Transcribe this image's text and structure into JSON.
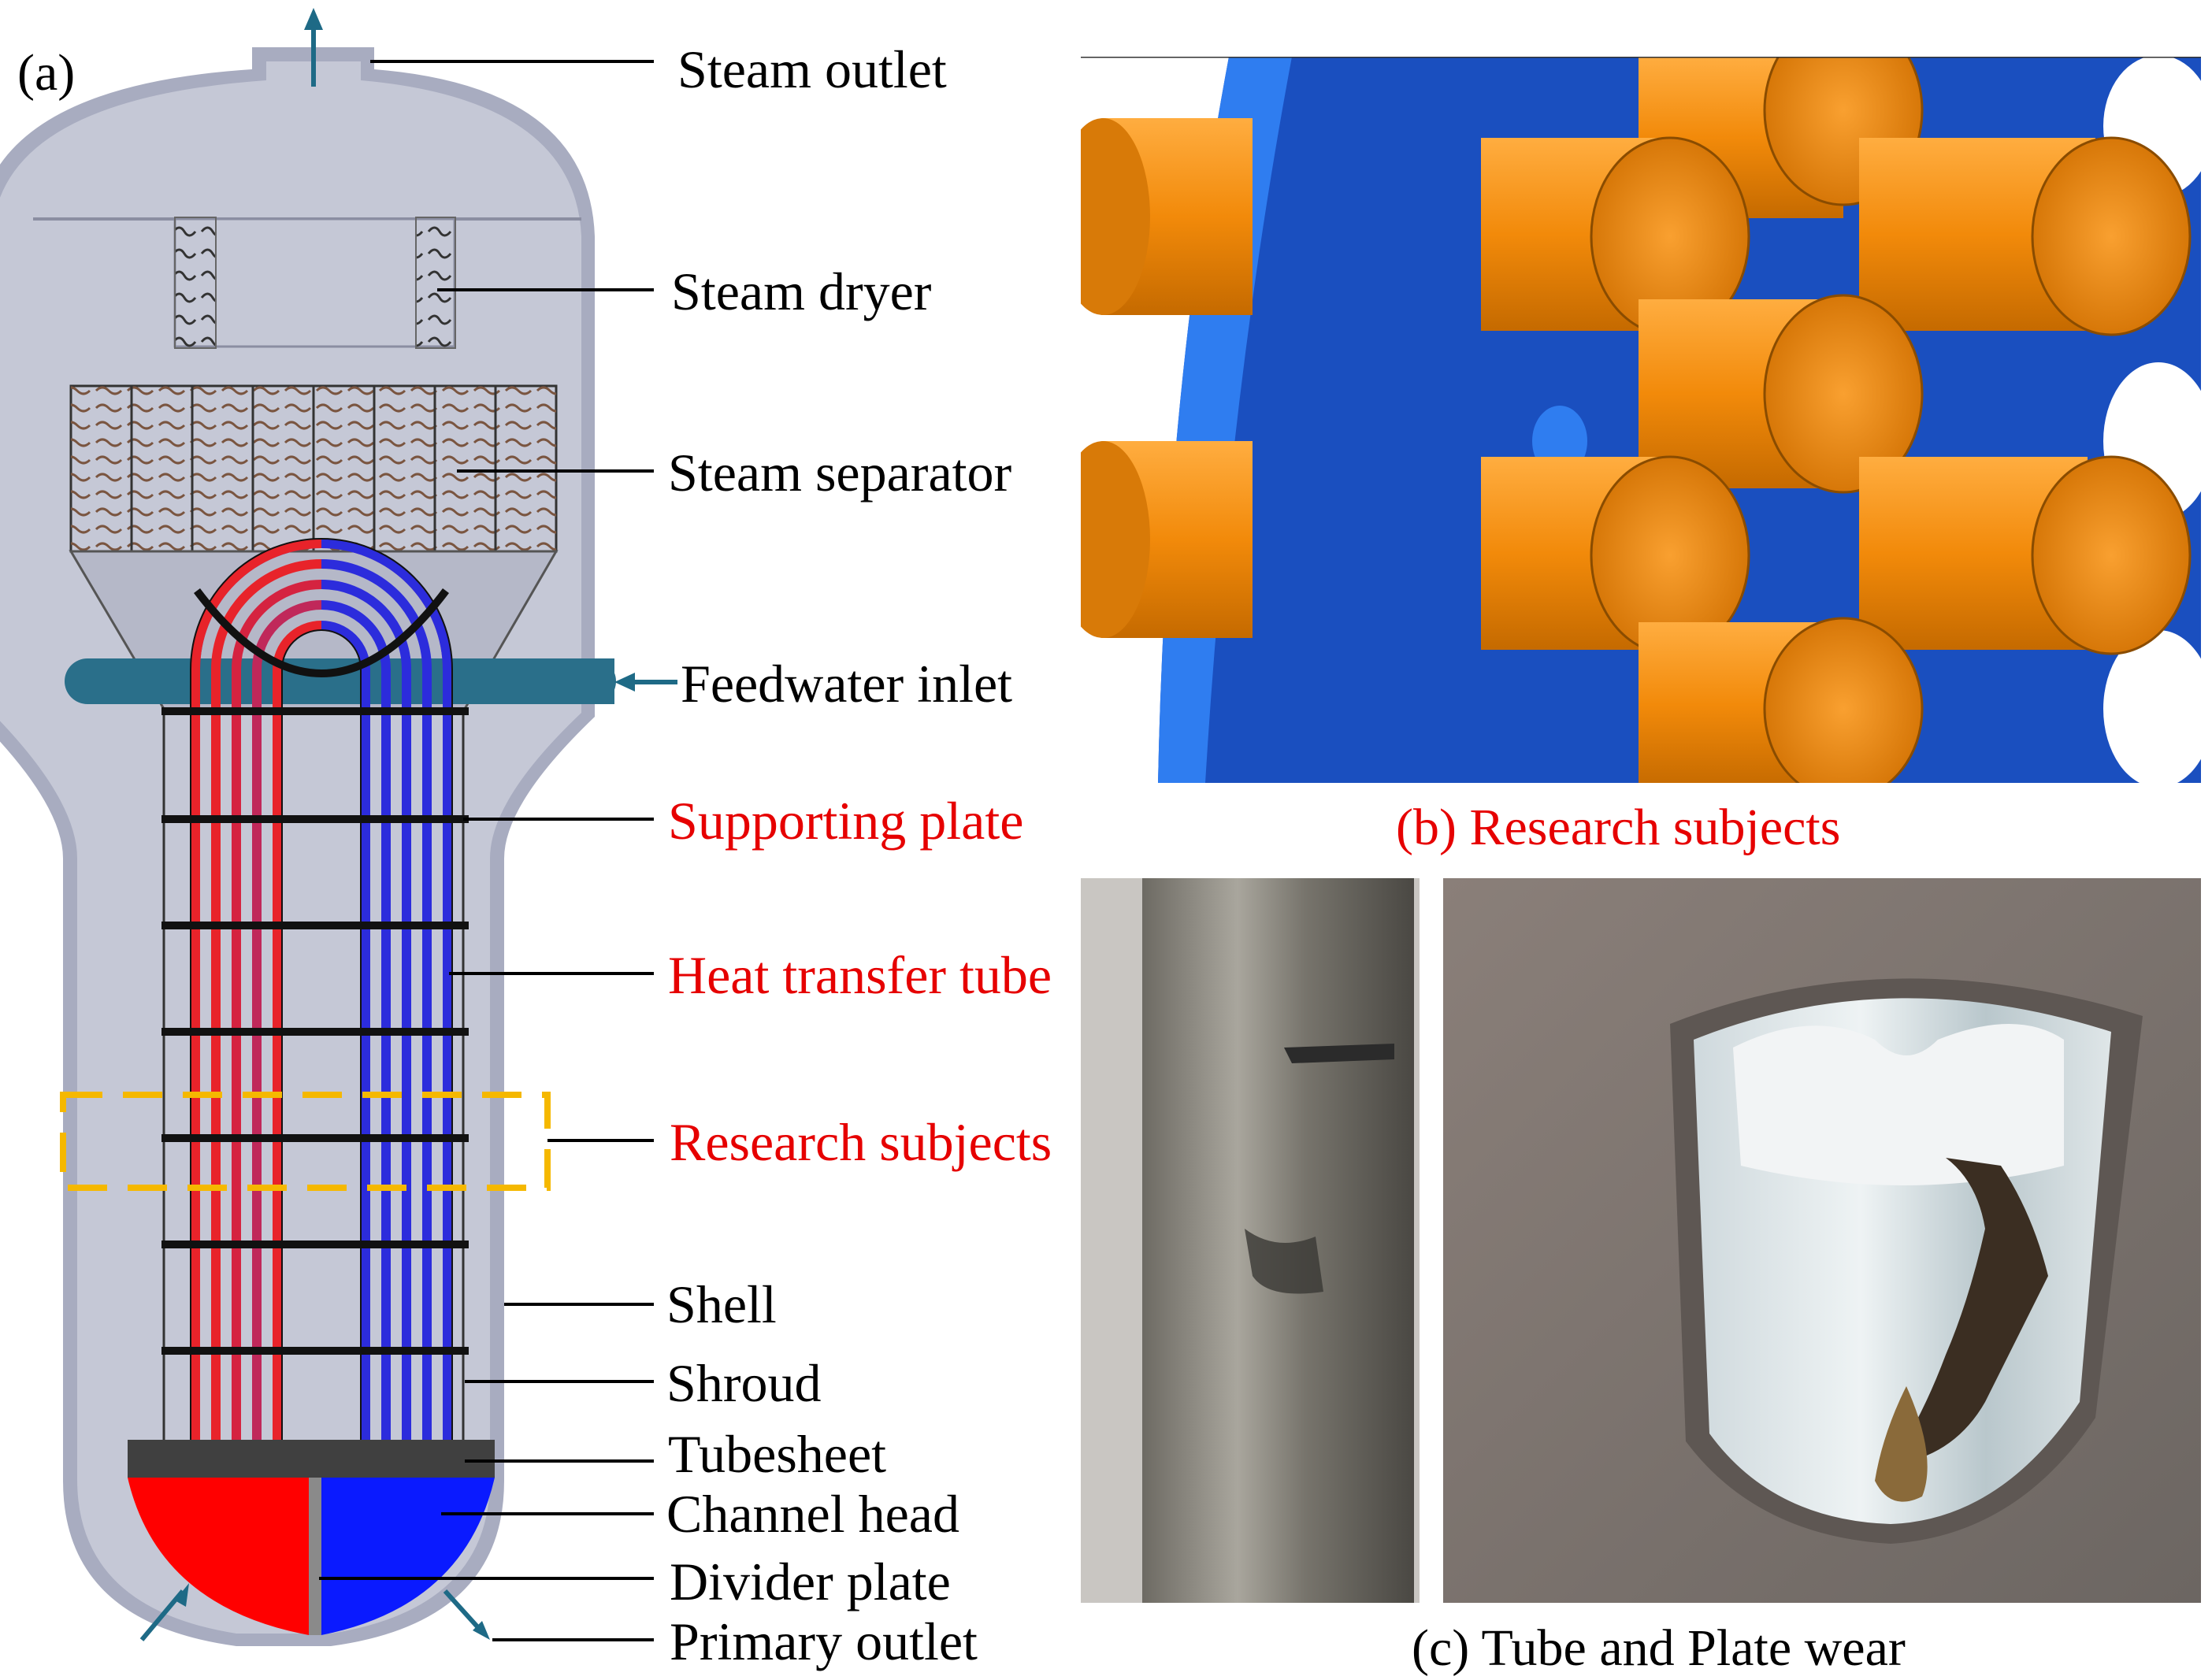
{
  "panel_a": {
    "label": "(a)",
    "labels": [
      {
        "text": "Steam outlet",
        "highlight": false
      },
      {
        "text": "Steam dryer",
        "highlight": false
      },
      {
        "text": "Steam separator",
        "highlight": false
      },
      {
        "text": "Feedwater inlet",
        "highlight": false
      },
      {
        "text": "Supporting plate",
        "highlight": true
      },
      {
        "text": "Heat transfer tube",
        "highlight": true
      },
      {
        "text": "Research subjects",
        "highlight": true
      },
      {
        "text": "Shell",
        "highlight": false
      },
      {
        "text": "Shroud",
        "highlight": false
      },
      {
        "text": "Tubesheet",
        "highlight": false
      },
      {
        "text": "Channel head",
        "highlight": false
      },
      {
        "text": "Divider plate",
        "highlight": false
      },
      {
        "text": "Primary outlet",
        "highlight": false
      }
    ]
  },
  "panel_b": {
    "caption": "(b) Research subjects"
  },
  "panel_c": {
    "caption": "(c) Tube and Plate wear"
  },
  "colors": {
    "shell_fill": "#c5c8d6",
    "shell_stroke": "#a8acc0",
    "hot_leg": "#e8232a",
    "cold_leg": "#2c2cdc",
    "highlight_text": "#e60000",
    "research_box": "#f5b800",
    "feedwater": "#2a6f8a",
    "tube_orange": "#f58a0c",
    "plate_blue": "#1a5fcf"
  }
}
